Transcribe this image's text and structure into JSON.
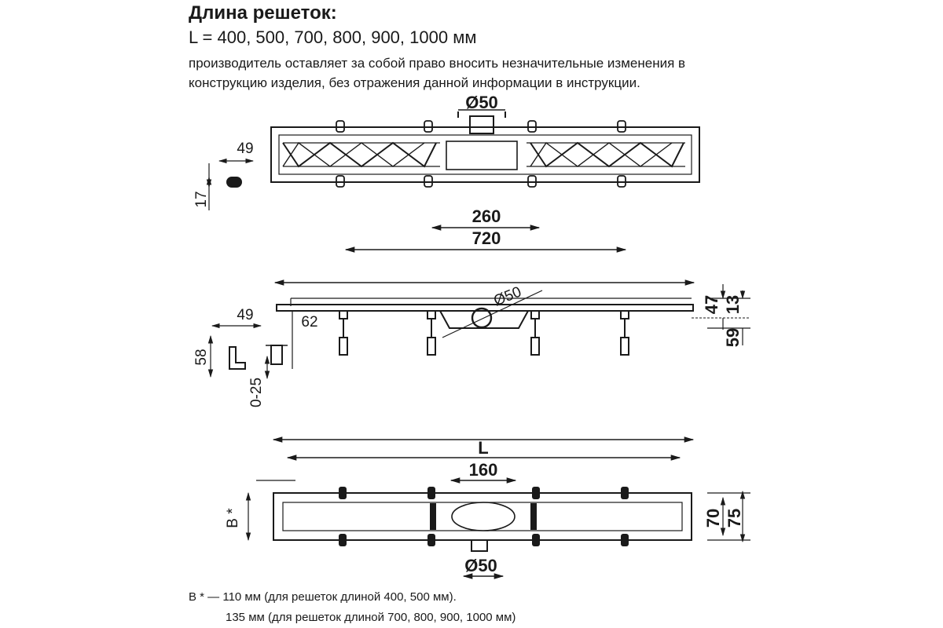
{
  "header": {
    "title": "Длина решеток:",
    "lengths": "L = 400, 500, 700, 800, 900, 1000 мм",
    "note": "производитель оставляет за собой право вносить незначительные изменения в конструкцию изделия, без отражения данной информации в инструкции."
  },
  "top_view": {
    "outlet_dim": "Ø50",
    "width_dim": "49",
    "height_dim": "17",
    "inner_dim": "260",
    "span_dim": "720"
  },
  "side_view": {
    "outlet_dim": "Ø50",
    "depth_dim": "62",
    "width_dim": "49",
    "height_dim": "58",
    "adjust_dim": "0-25",
    "right_top_dim": "47",
    "right_top2_dim": "13",
    "right_bottom_dim": "59"
  },
  "bottom_view": {
    "length_label": "L",
    "center_dim": "160",
    "outlet_dim": "Ø50",
    "b_label": "B *",
    "inner_width_dim": "70",
    "outer_width_dim": "75"
  },
  "footnote": {
    "line1": "B * — 110 мм (для решеток длиной 400, 500 мм).",
    "line2": "135 мм (для решеток длиной 700, 800, 900, 1000 мм)"
  }
}
